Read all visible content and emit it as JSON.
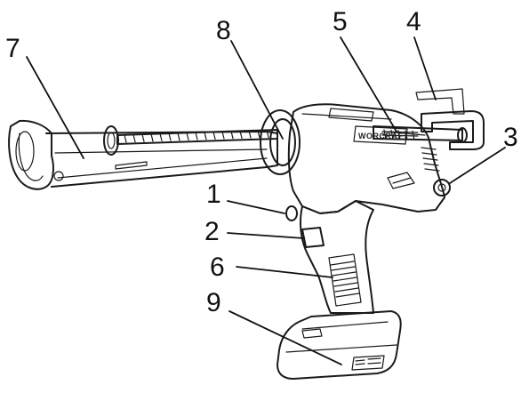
{
  "brand_text": "WORCRAFT",
  "callouts": [
    {
      "id": "1",
      "label": "1"
    },
    {
      "id": "2",
      "label": "2"
    },
    {
      "id": "3",
      "label": "3"
    },
    {
      "id": "4",
      "label": "4"
    },
    {
      "id": "5",
      "label": "5"
    },
    {
      "id": "6",
      "label": "6"
    },
    {
      "id": "7",
      "label": "7"
    },
    {
      "id": "8",
      "label": "8"
    },
    {
      "id": "9",
      "label": "9"
    }
  ]
}
